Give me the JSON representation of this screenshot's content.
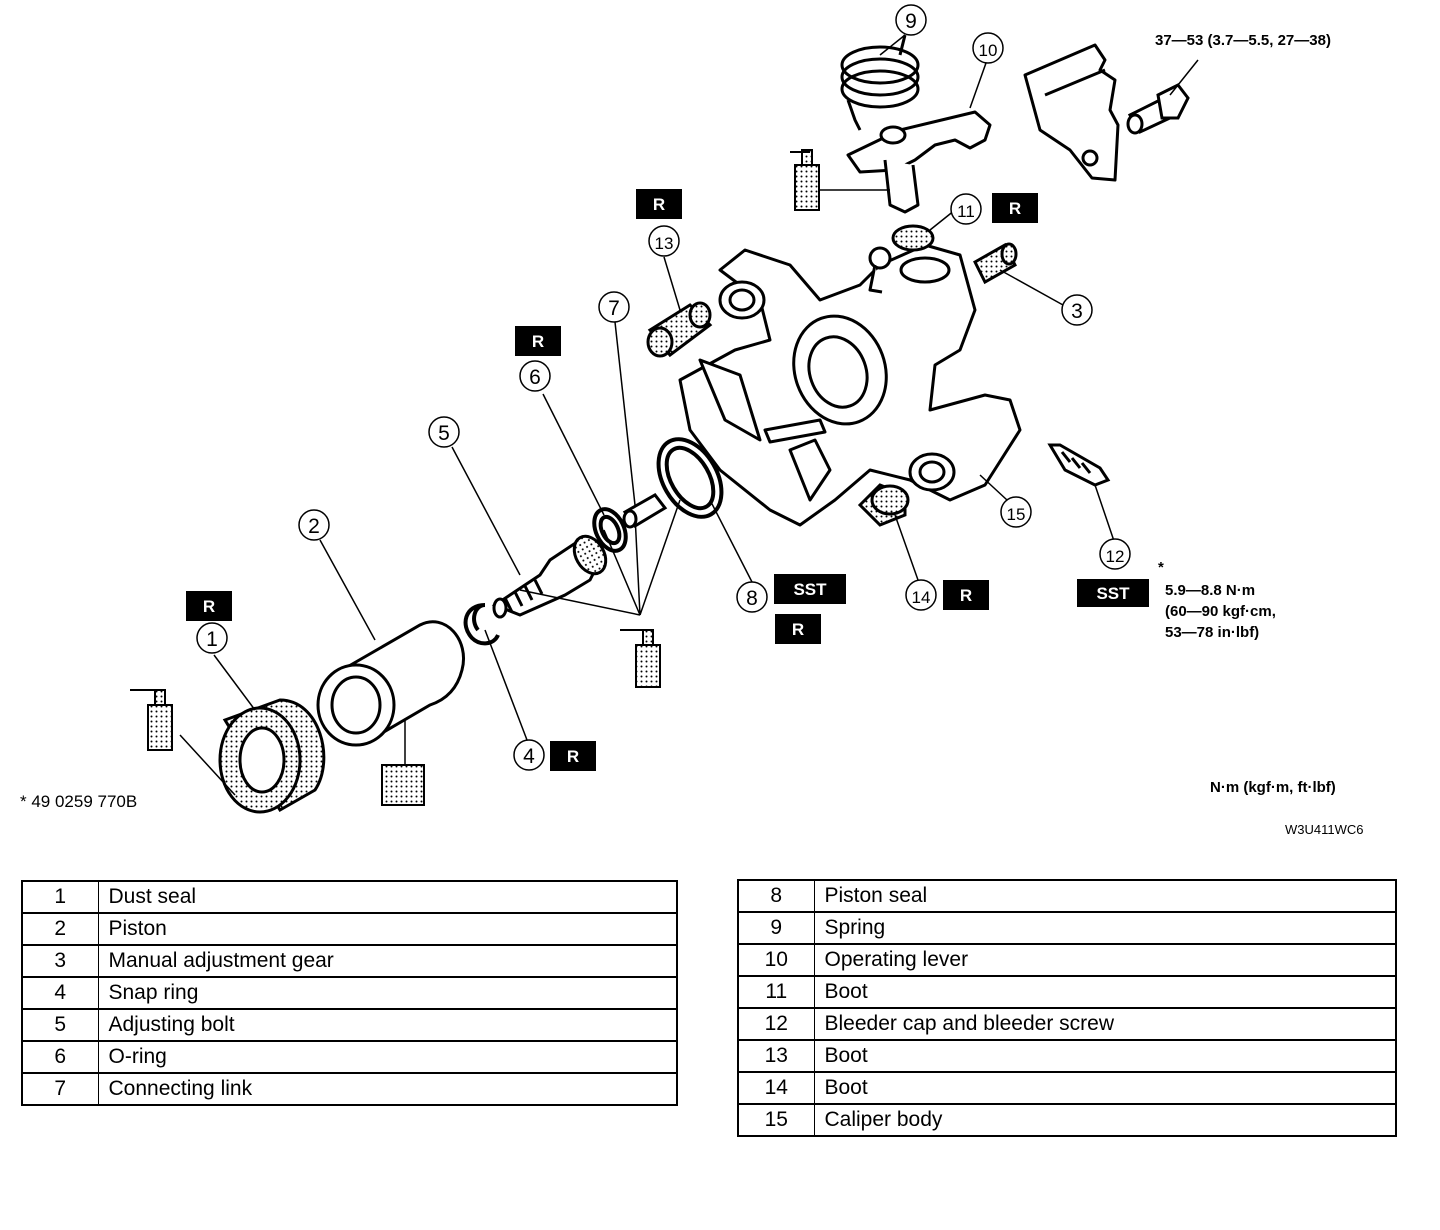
{
  "diagram": {
    "callouts": [
      "1",
      "2",
      "3",
      "4",
      "5",
      "6",
      "7",
      "8",
      "9",
      "10",
      "11",
      "12",
      "13",
      "14",
      "15"
    ],
    "tag_r": "R",
    "tag_sst": "SST",
    "torque_bracket_bolt": "37—53 (3.7—5.5, 27—38)",
    "torque_bleeder_line1": "5.9—8.8 N·m",
    "torque_bleeder_line2": "(60—90 kgf·cm,",
    "torque_bleeder_line3": "53—78 in·lbf)",
    "asterisk": "*",
    "sst_note": "* 49 0259 770B",
    "unit_note": "N·m (kgf·m, ft·lbf)",
    "figure_code": "W3U411WC6"
  },
  "parts_left": [
    {
      "num": "1",
      "name": "Dust seal"
    },
    {
      "num": "2",
      "name": "Piston"
    },
    {
      "num": "3",
      "name": "Manual adjustment gear"
    },
    {
      "num": "4",
      "name": "Snap ring"
    },
    {
      "num": "5",
      "name": "Adjusting bolt"
    },
    {
      "num": "6",
      "name": "O-ring"
    },
    {
      "num": "7",
      "name": "Connecting link"
    }
  ],
  "parts_right": [
    {
      "num": "8",
      "name": "Piston seal"
    },
    {
      "num": "9",
      "name": "Spring"
    },
    {
      "num": "10",
      "name": "Operating lever"
    },
    {
      "num": "11",
      "name": "Boot"
    },
    {
      "num": "12",
      "name": "Bleeder cap and bleeder screw"
    },
    {
      "num": "13",
      "name": "Boot"
    },
    {
      "num": "14",
      "name": "Boot"
    },
    {
      "num": "15",
      "name": "Caliper body"
    }
  ]
}
